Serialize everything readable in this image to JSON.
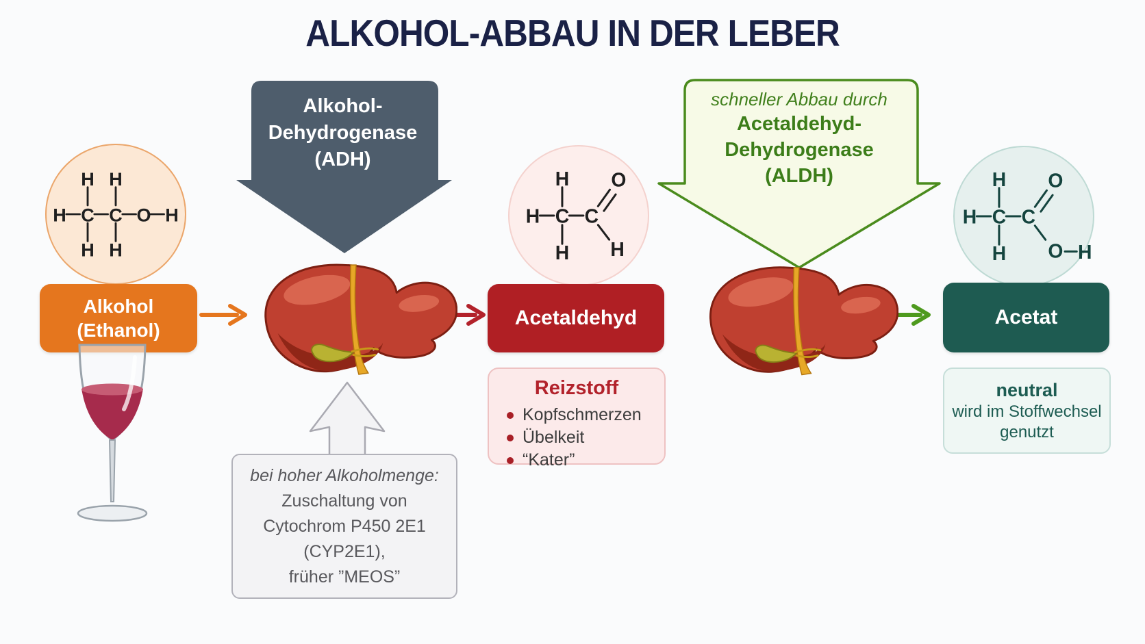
{
  "title": "ALKOHOL-ABBAU IN DER LEBER",
  "enzyme_adh": {
    "line1": "Alkohol-",
    "line2": "Dehydrogenase",
    "line3": "(ADH)"
  },
  "enzyme_aldh": {
    "intro": "schneller Abbau durch",
    "line1": "Acetaldehyd-",
    "line2": "Dehydrogenase",
    "line3": "(ALDH)"
  },
  "alkohol_box": {
    "line1": "Alkohol",
    "line2": "(Ethanol)"
  },
  "acetaldehyd_box": {
    "label": "Acetaldehyd"
  },
  "acetat_box": {
    "label": "Acetat"
  },
  "reizstoff": {
    "title": "Reizstoff",
    "items": [
      "Kopfschmerzen",
      "Übelkeit",
      "“Kater”"
    ]
  },
  "neutral": {
    "title": "neutral",
    "line1": "wird im Stoffwechsel",
    "line2": "genutzt"
  },
  "meos": {
    "line1": "bei hoher Alkoholmenge:",
    "line2": "Zuschaltung von",
    "line3": "Cytochrom P450 2E1",
    "line4": "(CYP2E1),",
    "line5": "früher ”MEOS”"
  },
  "molecules": {
    "ethanol": {
      "h_top_left": "H",
      "h_top_right": "H",
      "h_left": "H",
      "c1": "C",
      "c2": "C",
      "o": "O",
      "h_right": "H",
      "h_bottom_left": "H",
      "h_bottom_right": "H"
    },
    "acetaldehyd": {
      "h_top": "H",
      "h_left": "H",
      "c1": "C",
      "c2": "C",
      "h_bottom": "H",
      "o": "O",
      "h_aldehyde": "H"
    },
    "acetat": {
      "h_top": "H",
      "h_left": "H",
      "c1": "C",
      "c2": "C",
      "h_bottom": "H",
      "o_double": "O",
      "o_single": "O",
      "h_acid": "H"
    }
  },
  "colors": {
    "title_navy": "#1a2146",
    "alkohol_orange": "#e5761e",
    "adh_slate": "#4e5d6c",
    "acetaldehyd_red": "#b01f24",
    "reizstoff_red": "#b2222b",
    "aldh_green": "#4a8b1d",
    "acetat_teal": "#1e5b51",
    "flow_arrow_green": "#4e9a1e"
  }
}
